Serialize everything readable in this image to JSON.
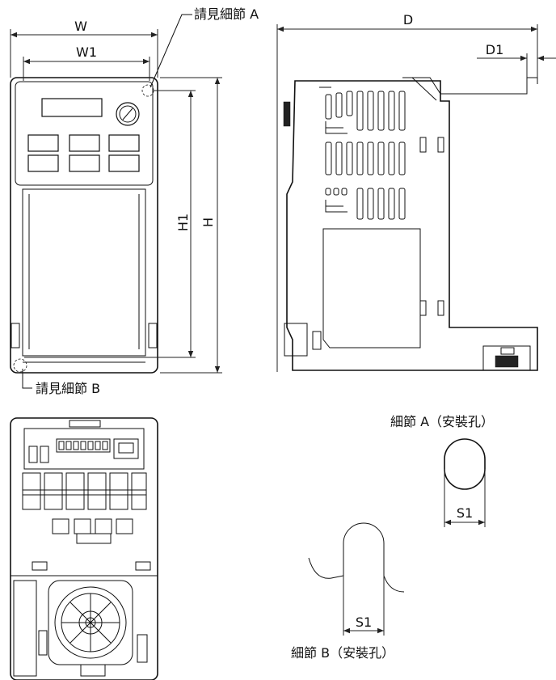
{
  "callouts": {
    "detail_a": "請見細節 A",
    "detail_b": "請見細節 B"
  },
  "dimensions": {
    "w": "W",
    "w1": "W1",
    "h": "H",
    "h1": "H1",
    "d": "D",
    "d1": "D1",
    "s1_a": "S1",
    "s1_b": "S1"
  },
  "detail_titles": {
    "a": "細節 A（安裝孔）",
    "b": "細節 B（安裝孔）"
  }
}
